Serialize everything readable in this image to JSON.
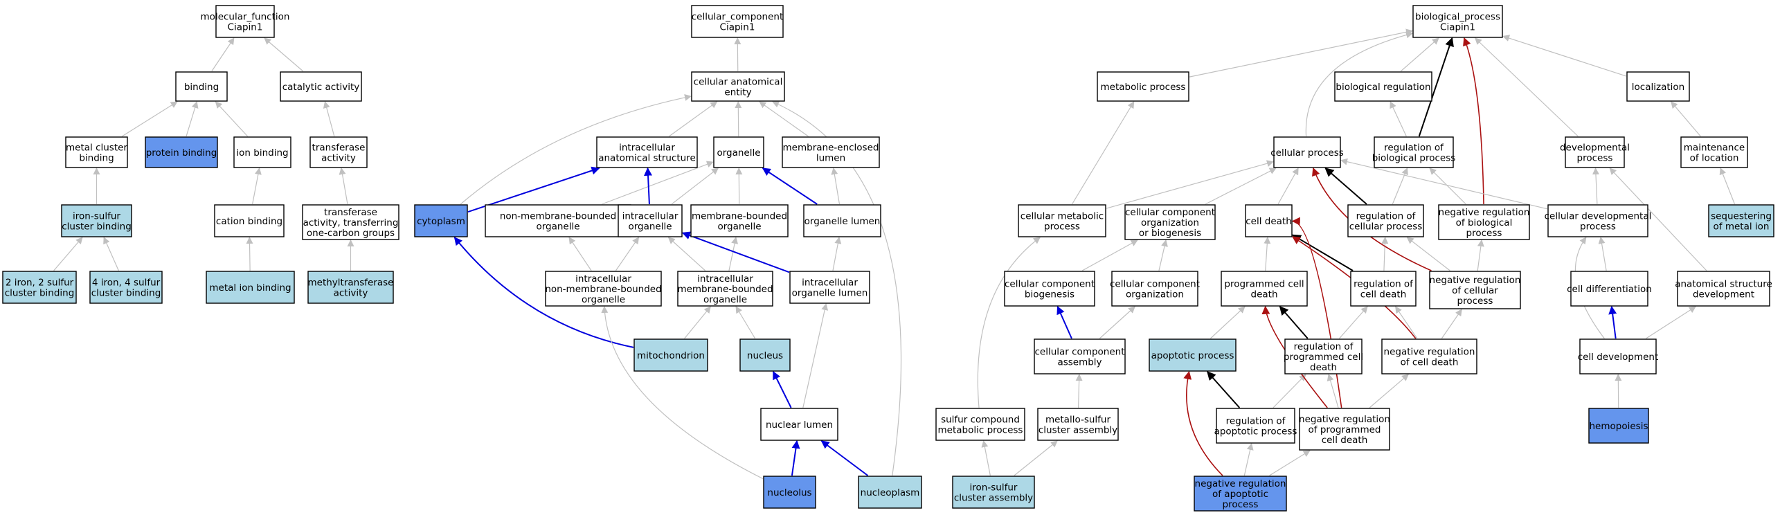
{
  "colors": {
    "white": "#ffffff",
    "light": "#add8e6",
    "blue": "#6495ed",
    "gray_edge": "#c0c0c0",
    "blue_edge": "#0000dd",
    "red_edge": "#aa1111",
    "black_edge": "#000000"
  },
  "nodes": [
    {
      "id": "mf",
      "label": [
        "molecular_function",
        "Ciapin1"
      ],
      "fill": "white"
    },
    {
      "id": "binding",
      "label": [
        "binding"
      ],
      "fill": "white"
    },
    {
      "id": "catalytic",
      "label": [
        "catalytic activity"
      ],
      "fill": "white"
    },
    {
      "id": "metalcluster",
      "label": [
        "metal cluster",
        "binding"
      ],
      "fill": "white"
    },
    {
      "id": "proteinbinding",
      "label": [
        "protein binding"
      ],
      "fill": "blue"
    },
    {
      "id": "ionbinding",
      "label": [
        "ion binding"
      ],
      "fill": "white"
    },
    {
      "id": "transferase",
      "label": [
        "transferase",
        "activity"
      ],
      "fill": "white"
    },
    {
      "id": "fescluster",
      "label": [
        "iron-sulfur",
        "cluster binding"
      ],
      "fill": "light"
    },
    {
      "id": "cationbinding",
      "label": [
        "cation binding"
      ],
      "fill": "white"
    },
    {
      "id": "transferase1c",
      "label": [
        "transferase",
        "activity, transferring",
        "one-carbon groups"
      ],
      "fill": "white"
    },
    {
      "id": "fe2s2",
      "label": [
        "2 iron, 2 sulfur",
        "cluster binding"
      ],
      "fill": "light"
    },
    {
      "id": "fe4s4",
      "label": [
        "4 iron, 4 sulfur",
        "cluster binding"
      ],
      "fill": "light"
    },
    {
      "id": "metalion",
      "label": [
        "metal ion binding"
      ],
      "fill": "light"
    },
    {
      "id": "methyltransferase",
      "label": [
        "methyltransferase",
        "activity"
      ],
      "fill": "light"
    },
    {
      "id": "cc",
      "label": [
        "cellular_component",
        "Ciapin1"
      ],
      "fill": "white"
    },
    {
      "id": "cae",
      "label": [
        "cellular anatomical",
        "entity"
      ],
      "fill": "white"
    },
    {
      "id": "ias",
      "label": [
        "intracellular",
        "anatomical structure"
      ],
      "fill": "white"
    },
    {
      "id": "organelle",
      "label": [
        "organelle"
      ],
      "fill": "white"
    },
    {
      "id": "mel",
      "label": [
        "membrane-enclosed",
        "lumen"
      ],
      "fill": "white"
    },
    {
      "id": "cytoplasm",
      "label": [
        "cytoplasm"
      ],
      "fill": "blue"
    },
    {
      "id": "nmbo",
      "label": [
        "non-membrane-bounded",
        "organelle"
      ],
      "fill": "white"
    },
    {
      "id": "io",
      "label": [
        "intracellular",
        "organelle"
      ],
      "fill": "white"
    },
    {
      "id": "mbo",
      "label": [
        "membrane-bounded",
        "organelle"
      ],
      "fill": "white"
    },
    {
      "id": "ol",
      "label": [
        "organelle lumen"
      ],
      "fill": "white"
    },
    {
      "id": "inmbo",
      "label": [
        "intracellular",
        "non-membrane-bounded",
        "organelle"
      ],
      "fill": "white"
    },
    {
      "id": "imbo",
      "label": [
        "intracellular",
        "membrane-bounded",
        "organelle"
      ],
      "fill": "white"
    },
    {
      "id": "iol",
      "label": [
        "intracellular",
        "organelle lumen"
      ],
      "fill": "white"
    },
    {
      "id": "mito",
      "label": [
        "mitochondrion"
      ],
      "fill": "light"
    },
    {
      "id": "nucleus",
      "label": [
        "nucleus"
      ],
      "fill": "light"
    },
    {
      "id": "nl",
      "label": [
        "nuclear lumen"
      ],
      "fill": "white"
    },
    {
      "id": "nucleolus",
      "label": [
        "nucleolus"
      ],
      "fill": "blue"
    },
    {
      "id": "nucleoplasm",
      "label": [
        "nucleoplasm"
      ],
      "fill": "light"
    },
    {
      "id": "bp",
      "label": [
        "biological_process",
        "Ciapin1"
      ],
      "fill": "white"
    },
    {
      "id": "metab",
      "label": [
        "metabolic process"
      ],
      "fill": "white"
    },
    {
      "id": "bioreg",
      "label": [
        "biological regulation"
      ],
      "fill": "white"
    },
    {
      "id": "local",
      "label": [
        "localization"
      ],
      "fill": "white"
    },
    {
      "id": "cellproc",
      "label": [
        "cellular process"
      ],
      "fill": "white"
    },
    {
      "id": "regbp",
      "label": [
        "regulation of",
        "biological process"
      ],
      "fill": "white"
    },
    {
      "id": "devproc",
      "label": [
        "developmental",
        "process"
      ],
      "fill": "white"
    },
    {
      "id": "mainloc",
      "label": [
        "maintenance",
        "of location"
      ],
      "fill": "white"
    },
    {
      "id": "cellmetab",
      "label": [
        "cellular metabolic",
        "process"
      ],
      "fill": "white"
    },
    {
      "id": "ccob",
      "label": [
        "cellular component",
        "organization",
        "or biogenesis"
      ],
      "fill": "white"
    },
    {
      "id": "celldeath",
      "label": [
        "cell death"
      ],
      "fill": "white"
    },
    {
      "id": "regcp",
      "label": [
        "regulation of",
        "cellular process"
      ],
      "fill": "white"
    },
    {
      "id": "negregbp",
      "label": [
        "negative regulation",
        "of biological",
        "process"
      ],
      "fill": "white"
    },
    {
      "id": "celldevproc",
      "label": [
        "cellular developmental",
        "process"
      ],
      "fill": "white"
    },
    {
      "id": "seqmetal",
      "label": [
        "sequestering",
        "of metal ion"
      ],
      "fill": "light"
    },
    {
      "id": "ccbio",
      "label": [
        "cellular component",
        "biogenesis"
      ],
      "fill": "white"
    },
    {
      "id": "ccorg",
      "label": [
        "cellular component",
        "organization"
      ],
      "fill": "white"
    },
    {
      "id": "pcd",
      "label": [
        "programmed cell",
        "death"
      ],
      "fill": "white"
    },
    {
      "id": "regcd",
      "label": [
        "regulation of",
        "cell death"
      ],
      "fill": "white"
    },
    {
      "id": "negregcp",
      "label": [
        "negative regulation",
        "of cellular",
        "process"
      ],
      "fill": "white"
    },
    {
      "id": "celldiff",
      "label": [
        "cell differentiation"
      ],
      "fill": "white"
    },
    {
      "id": "asdev",
      "label": [
        "anatomical structure",
        "development"
      ],
      "fill": "white"
    },
    {
      "id": "ccassembly",
      "label": [
        "cellular component",
        "assembly"
      ],
      "fill": "white"
    },
    {
      "id": "apoptotic",
      "label": [
        "apoptotic process"
      ],
      "fill": "light"
    },
    {
      "id": "regpcd",
      "label": [
        "regulation of",
        "programmed cell",
        "death"
      ],
      "fill": "white"
    },
    {
      "id": "negregcd",
      "label": [
        "negative regulation",
        "of cell death"
      ],
      "fill": "white"
    },
    {
      "id": "celldev",
      "label": [
        "cell development"
      ],
      "fill": "white"
    },
    {
      "id": "scmp",
      "label": [
        "sulfur compound",
        "metabolic process"
      ],
      "fill": "white"
    },
    {
      "id": "msca",
      "label": [
        "metallo-sulfur",
        "cluster assembly"
      ],
      "fill": "white"
    },
    {
      "id": "regap",
      "label": [
        "regulation of",
        "apoptotic process"
      ],
      "fill": "white"
    },
    {
      "id": "negregpcd",
      "label": [
        "negative regulation",
        "of programmed",
        "cell death"
      ],
      "fill": "white"
    },
    {
      "id": "hemopoiesis",
      "label": [
        "hemopoiesis"
      ],
      "fill": "blue"
    },
    {
      "id": "fesca",
      "label": [
        "iron-sulfur",
        "cluster assembly"
      ],
      "fill": "light"
    },
    {
      "id": "negregap",
      "label": [
        "negative regulation",
        "of apoptotic",
        "process"
      ],
      "fill": "blue"
    }
  ]
}
